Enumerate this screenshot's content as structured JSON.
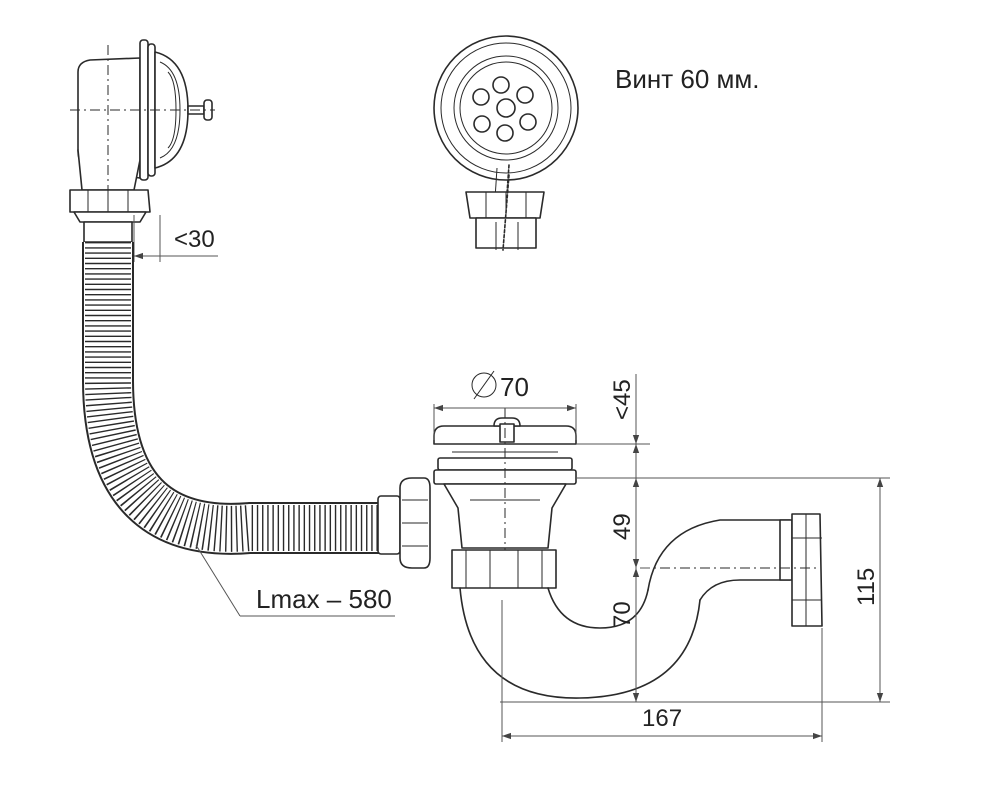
{
  "annotations": {
    "screw_note": "Винт 60 мм.",
    "angle_30": "<30",
    "hose_length": "Lmax – 580",
    "diameter_70": "70",
    "height_45": "<45",
    "height_49": "49",
    "height_70": "70",
    "height_115": "115",
    "width_167": "167"
  },
  "colors": {
    "line": "#2a2a2a",
    "background": "#ffffff"
  }
}
